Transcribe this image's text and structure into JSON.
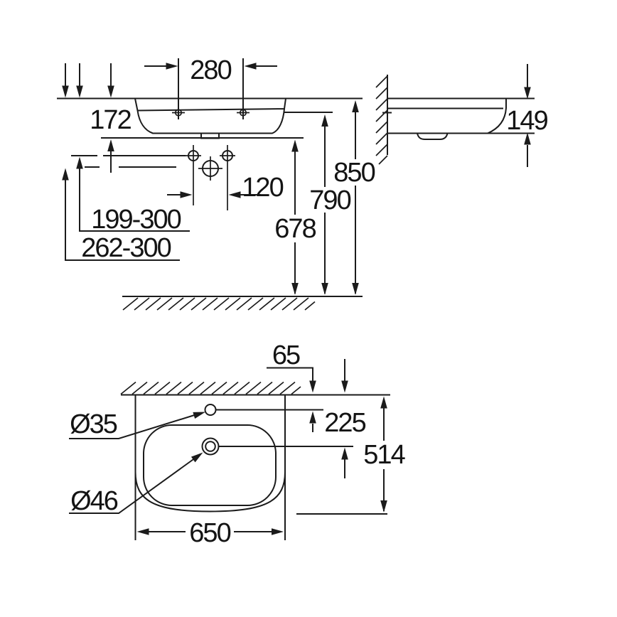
{
  "front": {
    "tap_spacing": "280",
    "rim_height": "172",
    "fixing_hole_spacing": "120",
    "fixing_hole_range": "199-300",
    "drain_range": "262-300",
    "height_to_drain": "678",
    "height_to_underside": "790",
    "height_to_rim": "850"
  },
  "side": {
    "body_height": "149"
  },
  "top": {
    "tap_hole_offset": "65",
    "drain_offset": "225",
    "depth": "514",
    "width": "650",
    "tap_hole_diameter": "Ø35",
    "drain_diameter": "Ø46"
  },
  "colors": {
    "line": "#1b1b1b",
    "background": "#ffffff"
  }
}
